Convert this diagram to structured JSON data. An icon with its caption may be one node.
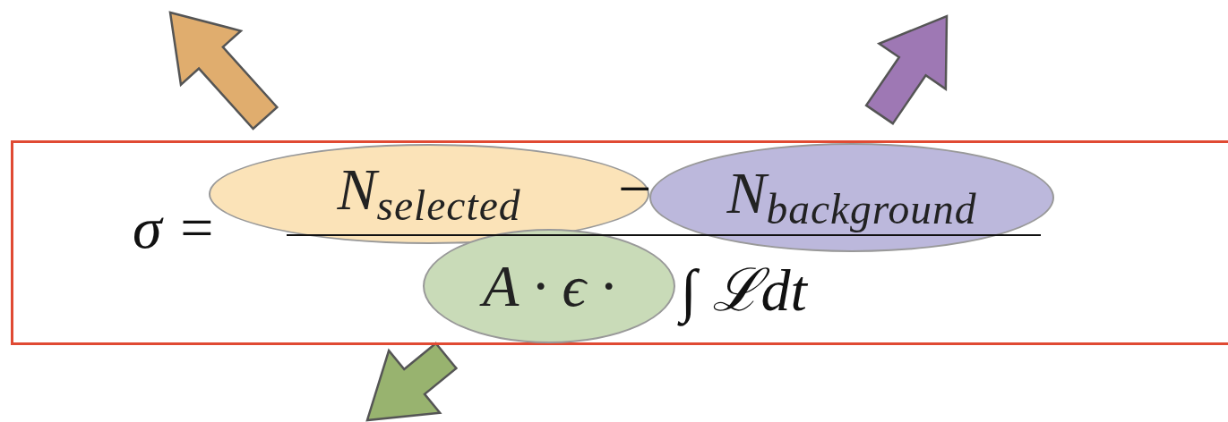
{
  "diagram": {
    "nodes": [
      {
        "text": [],
        "shape": "box"
      },
      {
        "text": [
          "N$_{selected}$"
        ],
        "in": 0
      },
      {
        "text": [
          "N$_{background}$"
        ],
        "in": 0
      },
      {
        "text": [
          "A · ϵ ·"
        ],
        "in": 0
      }
    ],
    "edges": [
      {
        "from": 1,
        "to": null,
        "arrow": "to",
        "style": "thick",
        "color": "#e0ad6e"
      },
      {
        "from": 2,
        "to": null,
        "arrow": "to",
        "style": "thick",
        "color": "#9e78b4"
      },
      {
        "from": 3,
        "to": null,
        "arrow": "to",
        "style": "thick",
        "color": "#98b36f"
      }
    ],
    "labels": [
      "σ =",
      "−",
      "∫ ℒdt"
    ]
  }
}
